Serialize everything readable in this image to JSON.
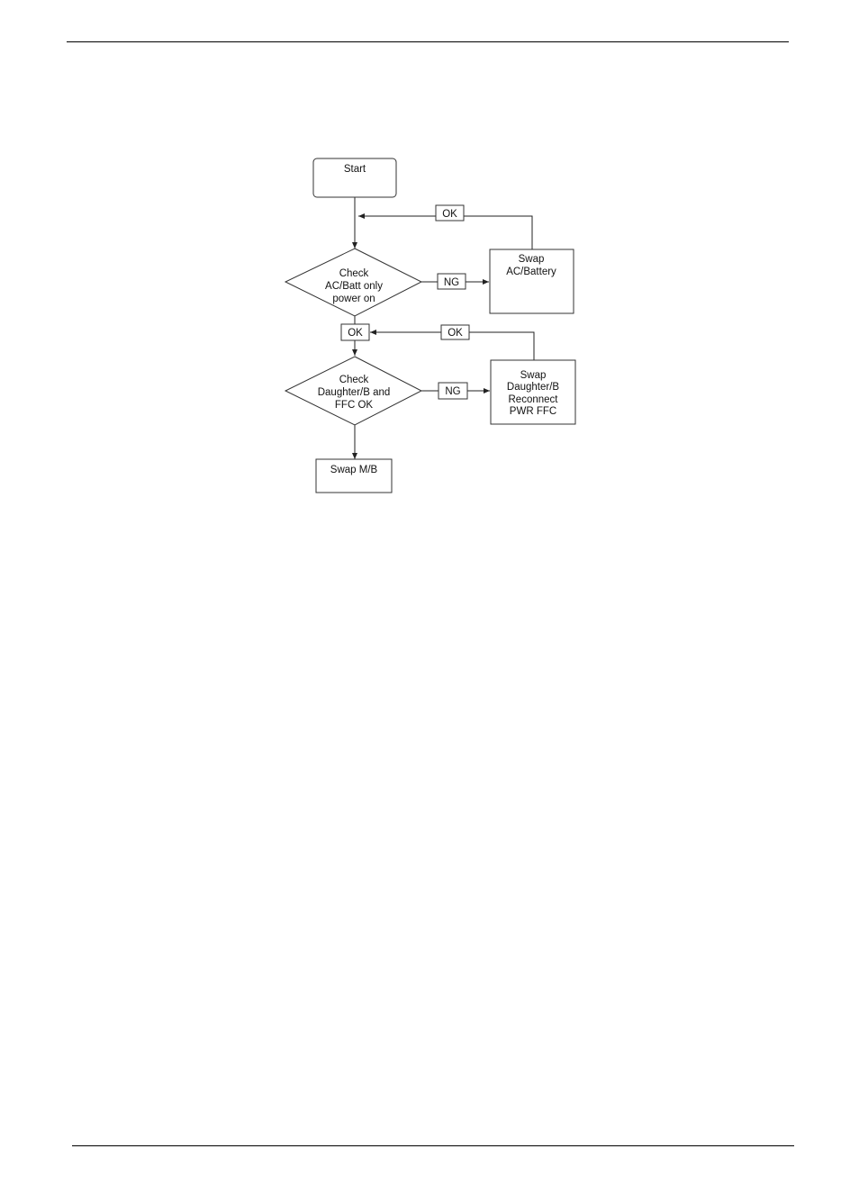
{
  "flowchart": {
    "start": "Start",
    "decision_1": [
      "Check",
      "AC/Batt only",
      "power on"
    ],
    "decision_2": [
      "Check",
      "Daughter/B and",
      "FFC OK"
    ],
    "swap_ac_battery": [
      "Swap",
      "AC/Battery"
    ],
    "swap_daughter_board": [
      "Swap",
      "Daughter/B",
      "Reconnect",
      "PWR FFC"
    ],
    "swap_mb": "Swap M/B",
    "labels": {
      "ok_loop_1": "OK",
      "ng_1": "NG",
      "ok_main": "OK",
      "ok_loop_2": "OK",
      "ng_2": "NG"
    }
  }
}
